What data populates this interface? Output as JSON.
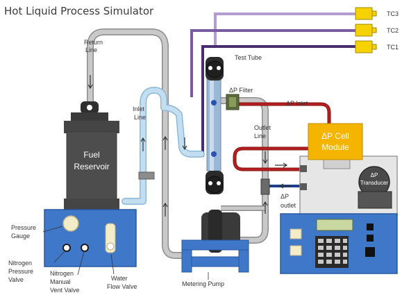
{
  "title": "Hot Liquid Process Simulator",
  "thermocouples": [
    "TC3",
    "TC2",
    "TC1"
  ],
  "labels": {
    "return_line": [
      "Return",
      "Line"
    ],
    "inlet_line": [
      "Inlet",
      "Line"
    ],
    "test_tube": "Test Tube",
    "dp_filter": "ΔP Filter",
    "dp_inlet": "ΔP Inlet",
    "outlet_line": [
      "Outlet",
      "Line"
    ],
    "dp_cell_module": [
      "ΔP Cell",
      "Module"
    ],
    "dp_transducer": [
      "ΔP",
      "Transducer"
    ],
    "dp_outlet": [
      "ΔP",
      "outlet"
    ],
    "fuel_reservoir": [
      "Fuel",
      "Reservoir"
    ],
    "pressure_gauge": [
      "Pressure",
      "Gauge"
    ],
    "nitrogen_pressure_valve": [
      "Nitrogen",
      "Pressure",
      "Valve"
    ],
    "nitrogen_manual_vent_valve": [
      "Nitrogen",
      "Manual",
      "Vent Valve"
    ],
    "water_flow_valve": [
      "Water",
      "Flow Valve"
    ],
    "metering_pump": "Metering Pump"
  },
  "colors": {
    "thermocouple": "#f5d200",
    "thermocouple_wire_tc3": "#b49ccf",
    "thermocouple_wire_tc2": "#7a5aa0",
    "thermocouple_wire_tc1": "#4a2d6e",
    "dp_cell_module": "#f5b400",
    "reservoir": "#4a4a4a",
    "base_unit": "#3f78c8",
    "return_tube": "#a6a6a6",
    "inlet_tube": "#a9cde6",
    "dp_inlet_line": "#b01e1e",
    "dp_outlet_line": "#1e3f8c"
  }
}
